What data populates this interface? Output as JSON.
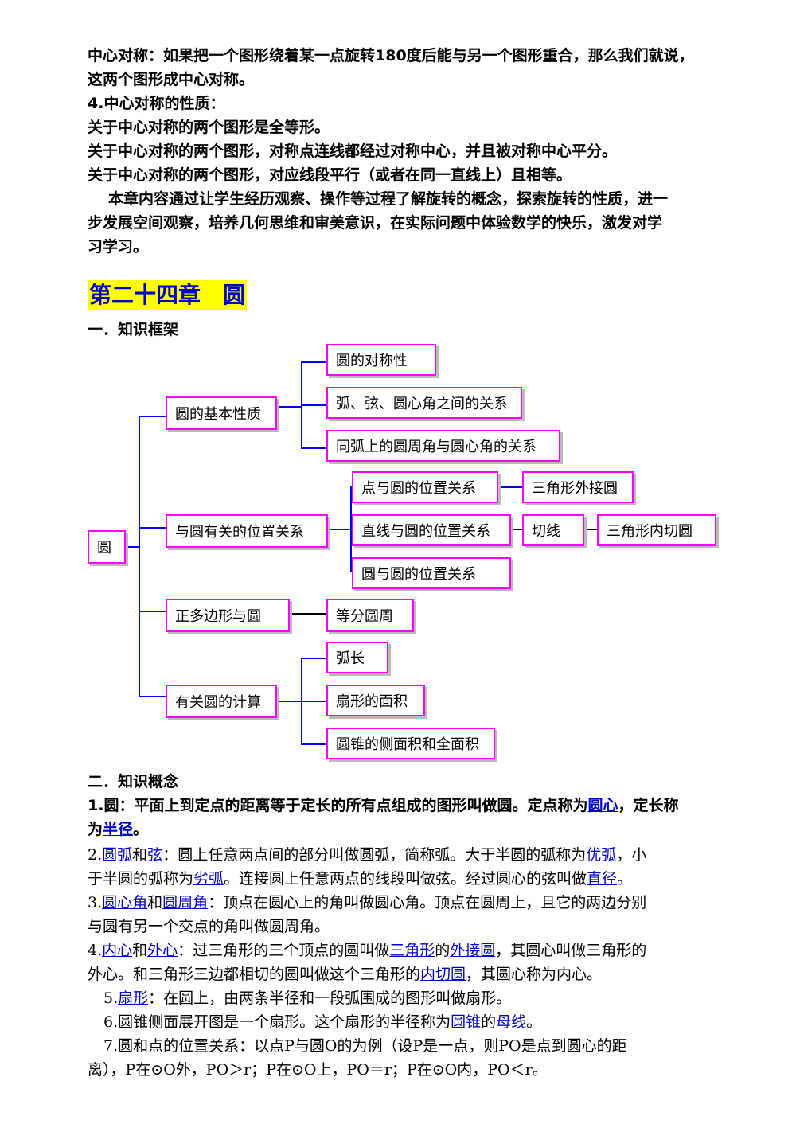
{
  "intro": {
    "def_line1": "中心对称：如果把一个图形绕着某一点旋转180度后能与另一个图形重合，那么我们就说，",
    "def_line2": "这两个图形成中心对称。",
    "prop_head": "4.中心对称的性质：",
    "prop1": "关于中心对称的两个图形是全等形。",
    "prop2": "关于中心对称的两个图形，对称点连线都经过对称中心，并且被对称中心平分。",
    "prop3": "关于中心对称的两个图形，对应线段平行（或者在同一直线上）且相等。",
    "summary1": "本章内容通过让学生经历观察、操作等过程了解旋转的概念，探索旋转的性质，进一",
    "summary2": "步发展空间观察，培养几何思维和审美意识，在实际问题中体验数学的快乐，激发对学",
    "summary3": "习学习。"
  },
  "chapter_title": "第二十四章　圆",
  "section1": "一．知识框架",
  "diagram": {
    "root": "圆",
    "b1": "圆的基本性质",
    "b1_c1": "圆的对称性",
    "b1_c2": "弧、弦、圆心角之间的关系",
    "b1_c3": "同弧上的圆周角与圆心角的关系",
    "b2": "与圆有关的位置关系",
    "b2_c1": "点与圆的位置关系",
    "b2_c1_n": "三角形外接圆",
    "b2_c2": "直线与圆的位置关系",
    "b2_c2_n": "切线",
    "b2_c2_nn": "三角形内切圆",
    "b2_c3": "圆与圆的位置关系",
    "b3": "正多边形与圆",
    "b3_c1": "等分圆周",
    "b4": "有关圆的计算",
    "b4_c1": "弧长",
    "b4_c2": "扇形的面积",
    "b4_c3": "圆锥的侧面积和全面积"
  },
  "section2": "二．知识概念",
  "concepts": {
    "c1_a": "1.圆：平面上到定点的距离等于定长的所有点组成的图形叫做圆。定点称为",
    "c1_link1": "圆心",
    "c1_b": "，定长称",
    "c1_c": "为",
    "c1_link2": "半径",
    "c1_d": "。",
    "c2_num": "2.",
    "c2_l1": "圆弧",
    "c2_and": "和",
    "c2_l2": "弦",
    "c2_a": "：圆上任意两点间的部分叫做圆弧，简称弧。大于半圆的弧称为",
    "c2_l3": "优弧",
    "c2_b": "，小",
    "c2_c": "于半圆的弧称为",
    "c2_l4": "劣弧",
    "c2_d": "。连接圆上任意两点的线段叫做弦。经过圆心的弦叫做",
    "c2_l5": "直径",
    "c2_e": "。",
    "c3_num": "3.",
    "c3_l1": "圆心角",
    "c3_and": "和",
    "c3_l2": "圆周角",
    "c3_a": "：顶点在圆心上的角叫做圆心角。顶点在圆周上，且它的两边分别",
    "c3_b": "与圆有另一个交点的角叫做圆周角。",
    "c4_num": "4.",
    "c4_l1": "内心",
    "c4_and": "和",
    "c4_l2": "外心",
    "c4_a": "：过三角形的三个顶点的圆叫做",
    "c4_l3": "三角形",
    "c4_de": "的",
    "c4_l4": "外接圆",
    "c4_b": "，其圆心叫做三角形的",
    "c4_c": "外心。和三角形三边都相切的圆叫做这个三角形的",
    "c4_l5": "内切圆",
    "c4_d": "，其圆心称为内心。",
    "c5_num": "5.",
    "c5_l1": "扇形",
    "c5_a": "：在圆上，由两条半径和一段弧围成的图形叫做扇形。",
    "c6_a": "6.圆锥侧面展开图是一个扇形。这个扇形的半径称为",
    "c6_l1": "圆锥",
    "c6_de": "的",
    "c6_l2": "母线",
    "c6_b": "。",
    "c7_a": "7.圆和点的位置关系：以点P与圆O的为例（设P是一点，则PO是点到圆心的距",
    "c7_b": "离），P在⊙O外，PO＞r；P在⊙O上，PO＝r；P在⊙O内，PO＜r。"
  }
}
